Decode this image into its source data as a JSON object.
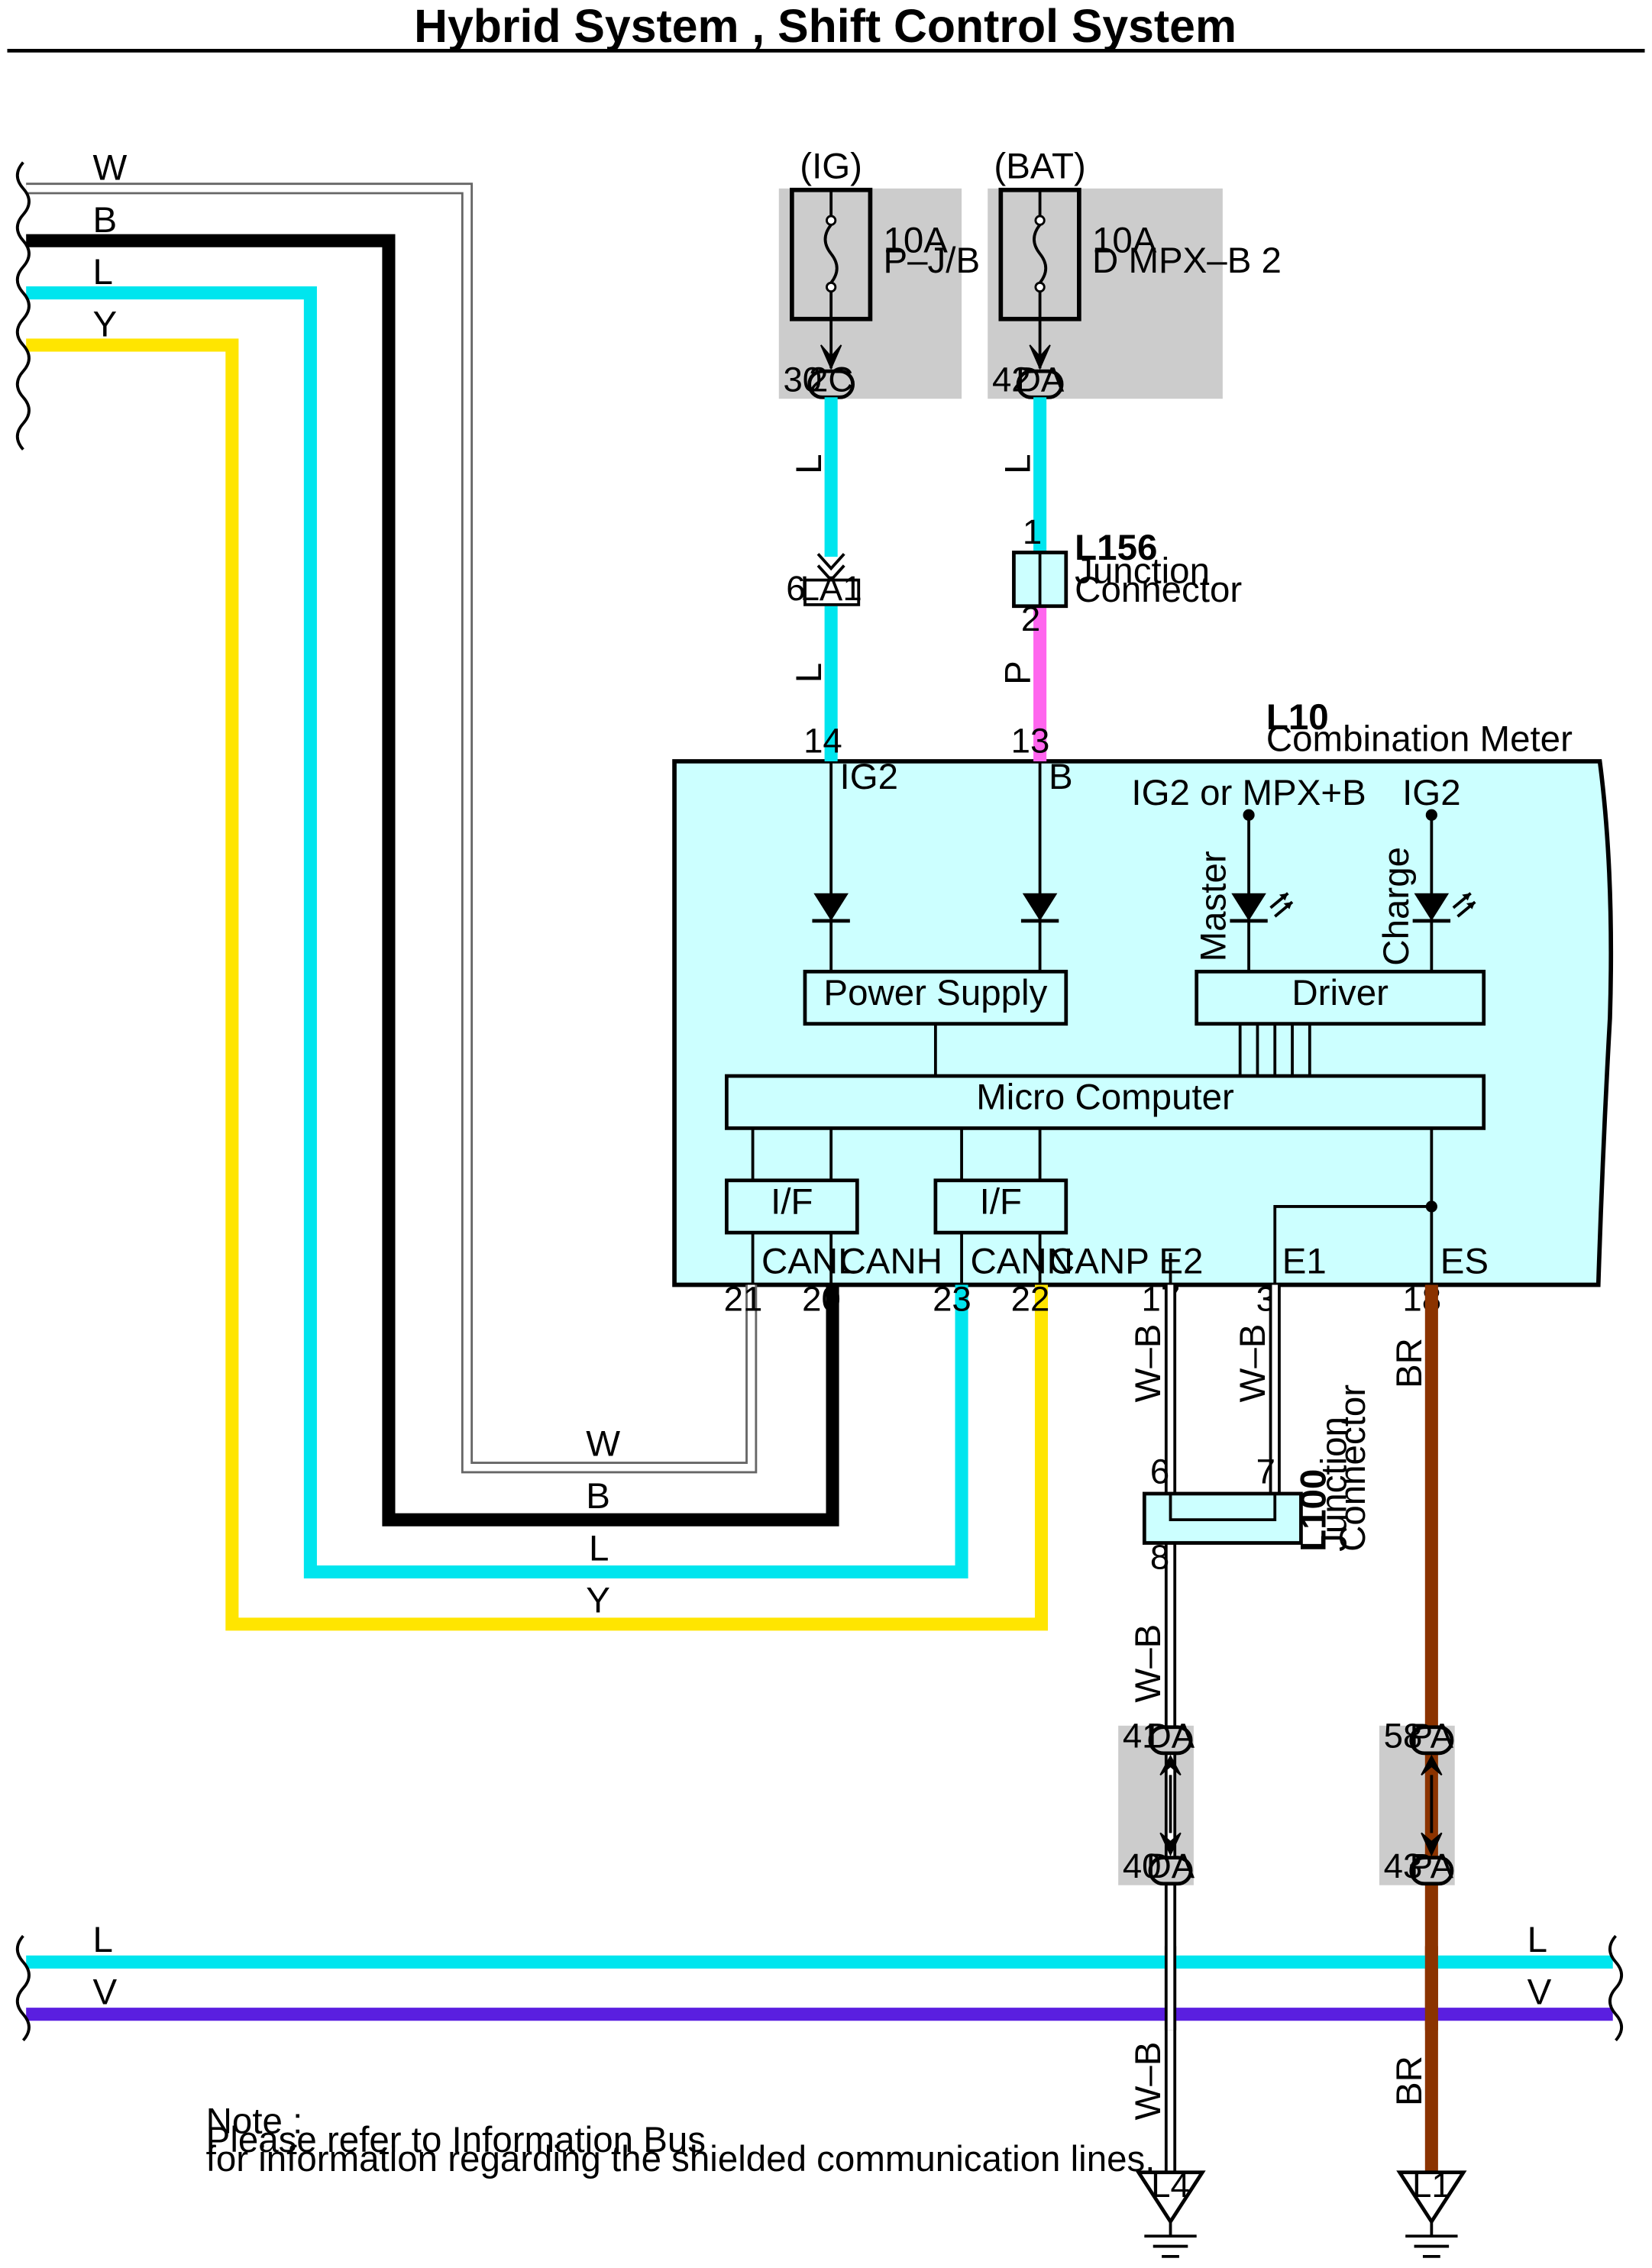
{
  "title": "Hybrid System , Shift Control System",
  "bus_wires_top": [
    "W",
    "B",
    "L",
    "Y"
  ],
  "bus_wires_bottom": [
    "L",
    "V"
  ],
  "colors": {
    "W": "#ffffff",
    "B": "#000000",
    "L": "#00e5ee",
    "Y": "#ffe500",
    "P": "#ff66ee",
    "V": "#5a1fe0",
    "BR": "#8b3300",
    "W-B": "#ffffff",
    "body_fill": "#ccffff",
    "relay_box": "#cccccc"
  },
  "fuses": [
    {
      "source": "(IG)",
      "rating": "10A",
      "name": "P–J/B",
      "pin": "30",
      "connector": "2C"
    },
    {
      "source": "(BAT)",
      "rating": "10A",
      "name": "D MPX–B 2",
      "pin": "42",
      "connector": "DA"
    }
  ],
  "wire_labels": {
    "l1": "L",
    "l2": "L",
    "l3": "L",
    "p": "P",
    "wb1": "W–B",
    "wb2": "W–B",
    "wb3": "W–B",
    "wb4": "W–B",
    "br1": "BR",
    "br2": "BR"
  },
  "connector_la1": {
    "pin": "6",
    "name": "LA1"
  },
  "l156": {
    "id": "L156",
    "line1": "Junction",
    "line2": "Connector",
    "pin_top": "1",
    "pin_bottom": "2"
  },
  "l10": {
    "id": "L10",
    "name": "Combination Meter",
    "pins_top": {
      "ig2": "14",
      "b": "13"
    },
    "terminals_top": {
      "ig2": "IG2",
      "b": "B",
      "master_supply": "IG2 or MPX+B",
      "charge_supply": "IG2"
    },
    "lamps": {
      "master": "Master",
      "charge": "Charge"
    },
    "blocks": {
      "power_supply": "Power Supply",
      "driver": "Driver",
      "micro": "Micro Computer",
      "if1": "I/F",
      "if2": "I/F"
    },
    "terminals_bottom": {
      "canl": "CANL",
      "canh": "CANH",
      "cann": "CANN",
      "canp": "CANP",
      "e2": "E2",
      "e1": "E1",
      "es": "ES"
    },
    "pins_bottom": {
      "canl": "21",
      "canh": "20",
      "cann": "23",
      "canp": "22",
      "e2": "17",
      "e1": "3",
      "es": "18"
    }
  },
  "l100": {
    "id": "L100",
    "line1": "Junction",
    "line2": "Connector",
    "pin_a": "6",
    "pin_b": "7",
    "pin_c": "8"
  },
  "conn_da": {
    "pin_top": "41",
    "pin_bottom": "40",
    "name": "DA"
  },
  "conn_pa": {
    "pin_top": "58",
    "pin_bottom": "43",
    "name": "PA"
  },
  "grounds": [
    "L4",
    "L1"
  ],
  "note": {
    "line1": "Note :",
    "line2": "Please refer to Information Bus",
    "line3": "for information regarding the shielded communication lines."
  }
}
